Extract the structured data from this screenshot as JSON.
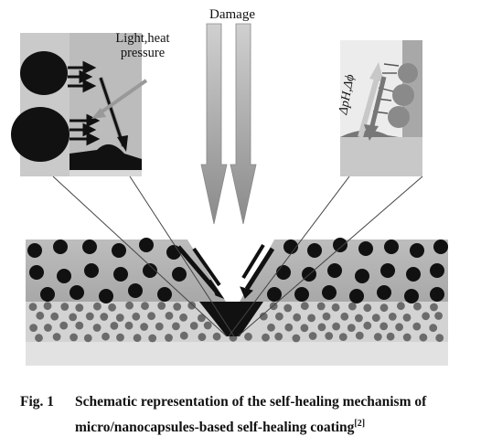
{
  "labels": {
    "damage": "Damage",
    "light_heat_line1": "Light,heat",
    "light_heat_line2": "pressure",
    "delta_ph": "ΔpH,Δϕ"
  },
  "caption": {
    "figure_number": "Fig. 1",
    "line1": "Schematic representation of the self-healing mechanism of",
    "line2": "micro/nanocapsules-based self-healing coating",
    "citation": "[2]"
  }
}
